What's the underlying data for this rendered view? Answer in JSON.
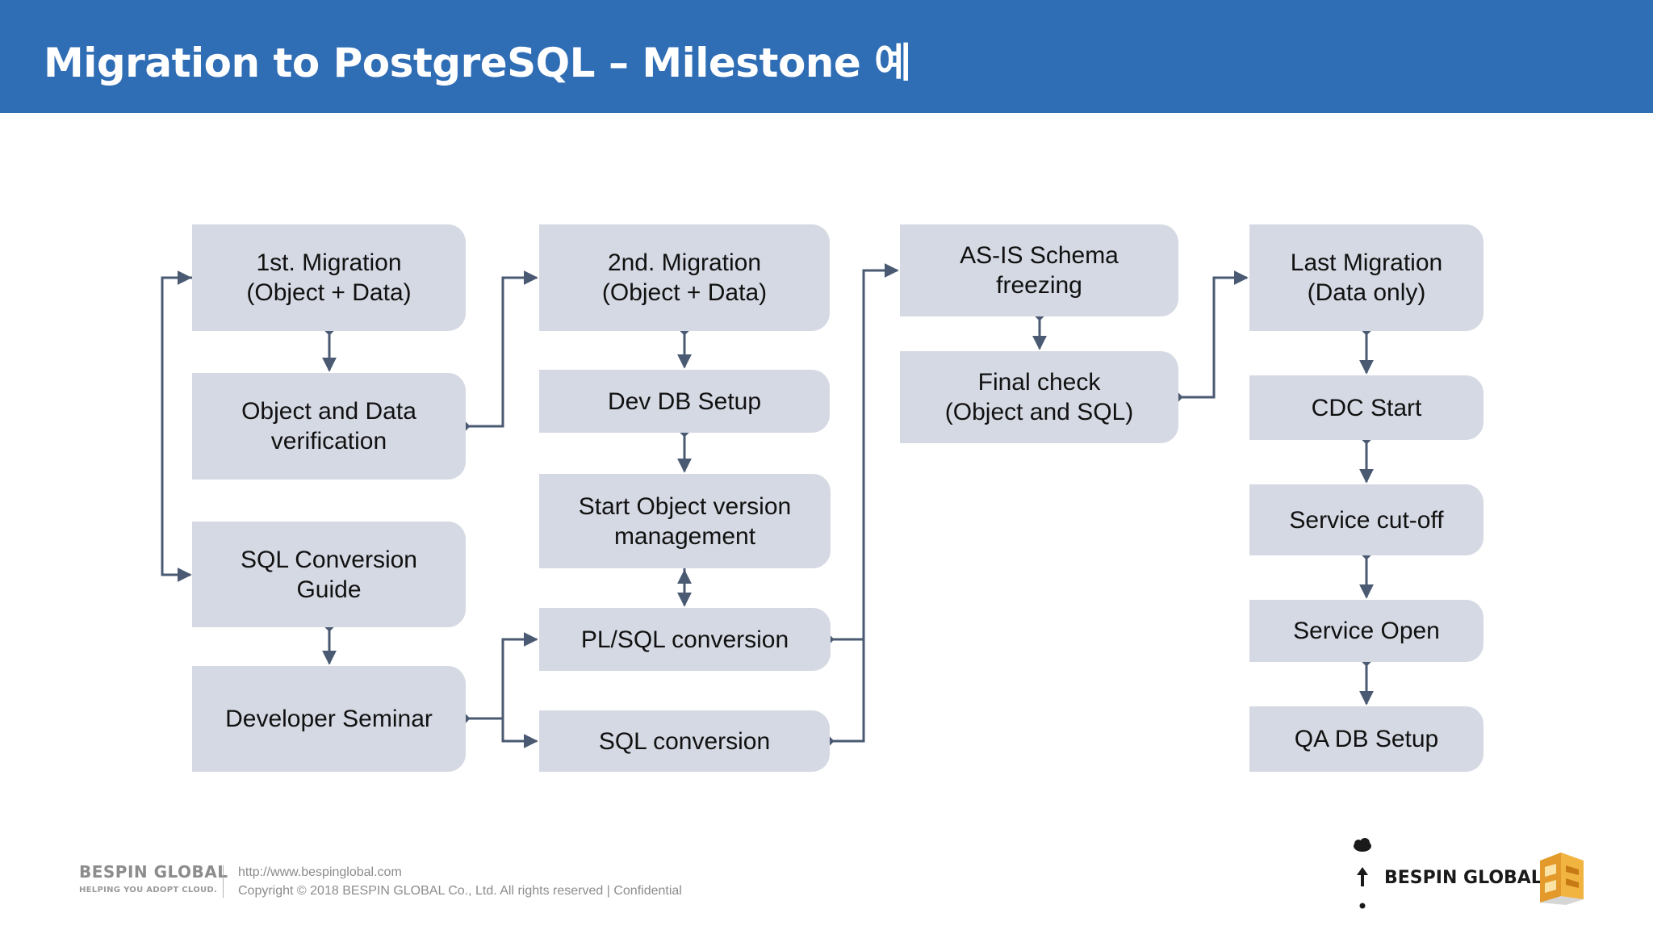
{
  "header": {
    "title": "Migration  to  PostgreSQL  –  Milestone  예"
  },
  "diagram": {
    "col1": {
      "first_migration": "1st. Migration\n(Object + Data)",
      "verification": "Object and Data\nverification",
      "sql_guide": "SQL Conversion\nGuide",
      "dev_seminar": "Developer Seminar"
    },
    "col2": {
      "second_migration": "2nd. Migration\n(Object + Data)",
      "dev_db_setup": "Dev DB Setup",
      "version_mgmt": "Start Object version\nmanagement",
      "plsql_conversion": "PL/SQL conversion",
      "sql_conversion": "SQL conversion"
    },
    "col3": {
      "schema_freezing": "AS-IS Schema\nfreezing",
      "final_check": "Final check\n(Object and SQL)"
    },
    "col4": {
      "last_migration": "Last Migration\n(Data only)",
      "cdc_start": "CDC Start",
      "service_cutoff": "Service cut-off",
      "service_open": "Service Open",
      "qa_db_setup": "QA DB Setup"
    }
  },
  "footer": {
    "brand": "BESPIN GLOBAL",
    "tagline": "HELPING YOU ADOPT CLOUD.",
    "url": "http://www.bespinglobal.com",
    "copyright": "Copyright © 2018 BESPIN GLOBAL Co., Ltd. All rights reserved   |  Confidential",
    "brand_right": "BESPIN GLOBAL"
  },
  "colors": {
    "header_bg": "#2f6db5",
    "box_bg": "#d5d9e3",
    "connector": "#4a5a72"
  }
}
